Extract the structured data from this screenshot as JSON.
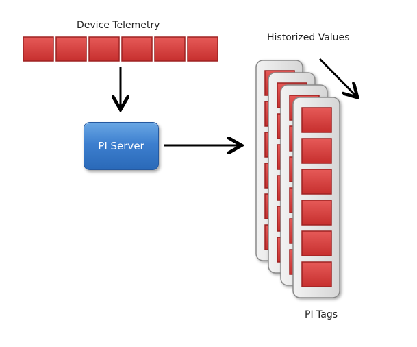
{
  "labels": {
    "device_telemetry": "Device Telemetry",
    "historized_values": "Historized Values",
    "pi_server": "PI Server",
    "pi_tags": "PI Tags"
  },
  "colors": {
    "value_cell_fill": "#d9403f",
    "value_cell_border": "#9e2222",
    "server_fill": "#3d7fcf",
    "tag_card_fill": "#e6e6e6",
    "arrow": "#000000"
  }
}
